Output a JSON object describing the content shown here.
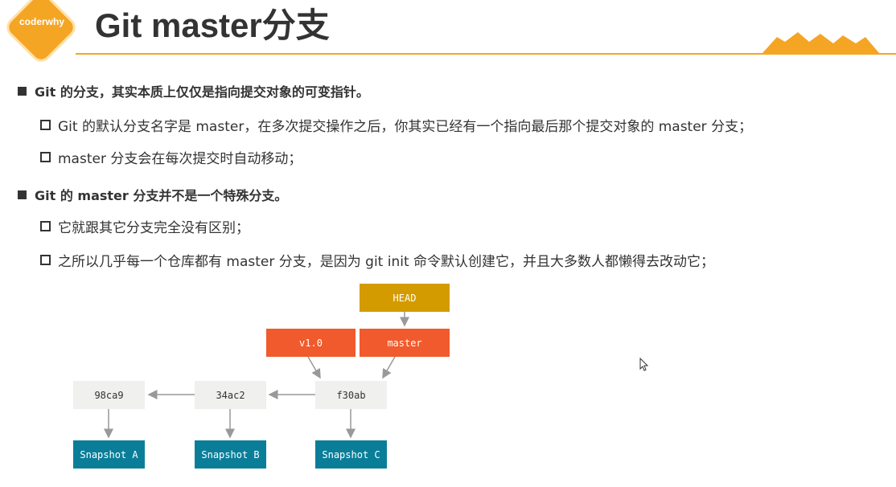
{
  "header": {
    "logo_text": "coderwhy",
    "title": "Git master分支",
    "accent_color": "#f5a524"
  },
  "bullets": [
    {
      "text": "Git 的分支，其实本质上仅仅是指向提交对象的可变指针。",
      "children": [
        "Git 的默认分支名字是 master，在多次提交操作之后，你其实已经有一个指向最后那个提交对象的 master 分支；",
        "master 分支会在每次提交时自动移动；"
      ]
    },
    {
      "text": "Git 的 master 分支并不是一个特殊分支。",
      "children": [
        "它就跟其它分支完全没有区别；",
        "之所以几乎每一个仓库都有 master 分支，是因为 git init 命令默认创建它，并且大多数人都懒得去改动它；"
      ]
    }
  ],
  "diagram": {
    "head": "HEAD",
    "tag": "v1.0",
    "branch": "master",
    "commits": [
      "98ca9",
      "34ac2",
      "f30ab"
    ],
    "snapshots": [
      "Snapshot A",
      "Snapshot B",
      "Snapshot C"
    ],
    "colors": {
      "commit": "#f0f0ee",
      "snapshot": "#0a7e99",
      "ref": "#f15a2c",
      "head": "#d49b00"
    }
  }
}
